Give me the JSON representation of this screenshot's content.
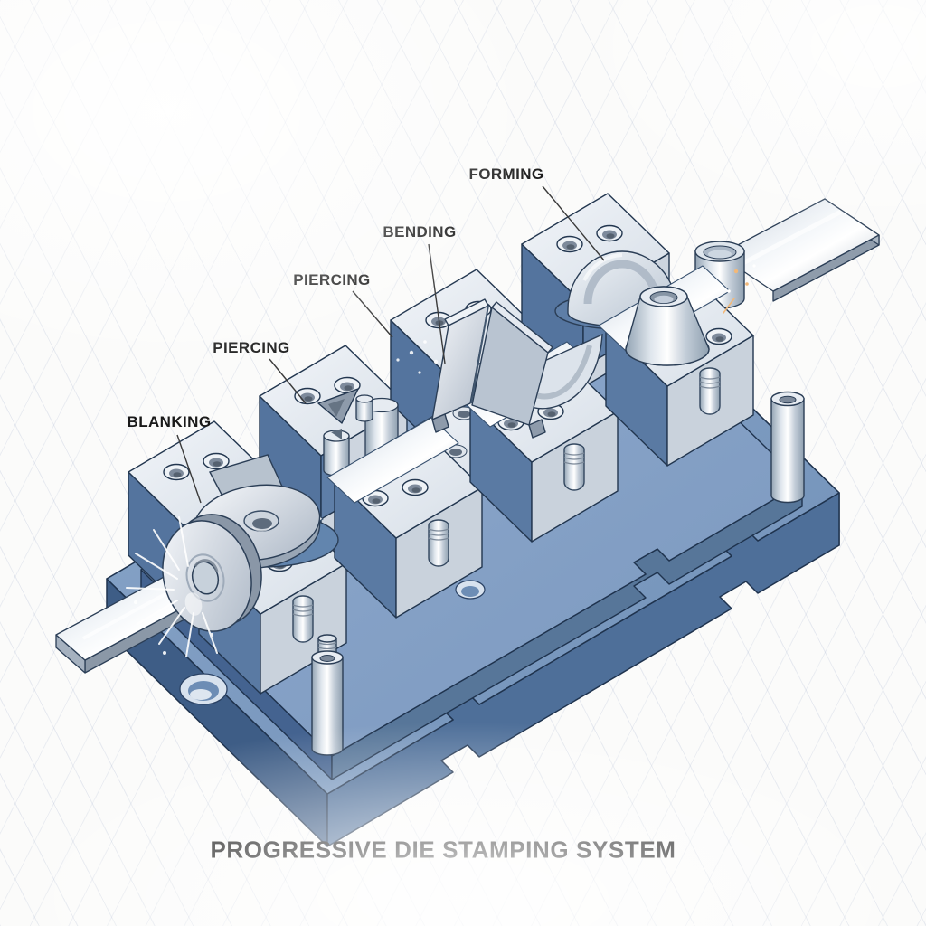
{
  "page": {
    "title": "PROGRESSIVE DIE STAMPING SYSTEM"
  },
  "labels": {
    "blanking": "BLANKING",
    "piercing_station_2": "PIERCING",
    "piercing_station_3": "PIERCING",
    "bending": "BENDING",
    "forming": "FORMING"
  },
  "palette": {
    "background": "#fbfbfa",
    "grid_line": "#c5cddd",
    "base_blue_top": "#7e9cc3",
    "base_blue_front": "#4e6f99",
    "base_blue_side": "#3e5d86",
    "insert_blue": "#5e7ea7",
    "steel_light": "#e8edf3",
    "steel_mid": "#c9d2dc",
    "steel_dark": "#97a3b2",
    "outline": "#1f334e",
    "label_text": "#191919",
    "spark_white": "#ffffff",
    "spark_orange": "#f2b879"
  }
}
